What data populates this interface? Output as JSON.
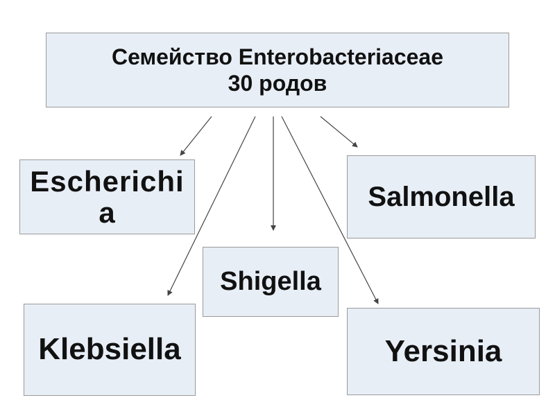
{
  "root": {
    "line1": "Семейство Enterobacteriaceae",
    "line2": "30 родов"
  },
  "genera": {
    "escherichia_line1": "Escherichi",
    "escherichia_line2": "a",
    "salmonella": "Salmonella",
    "shigella": "Shigella",
    "klebsiella": "Klebsiella",
    "yersinia": "Yersinia"
  },
  "colors": {
    "box_fill": "#e8eef6",
    "box_border": "#9a9a9a",
    "arrow": "#444444",
    "text": "#111111"
  }
}
